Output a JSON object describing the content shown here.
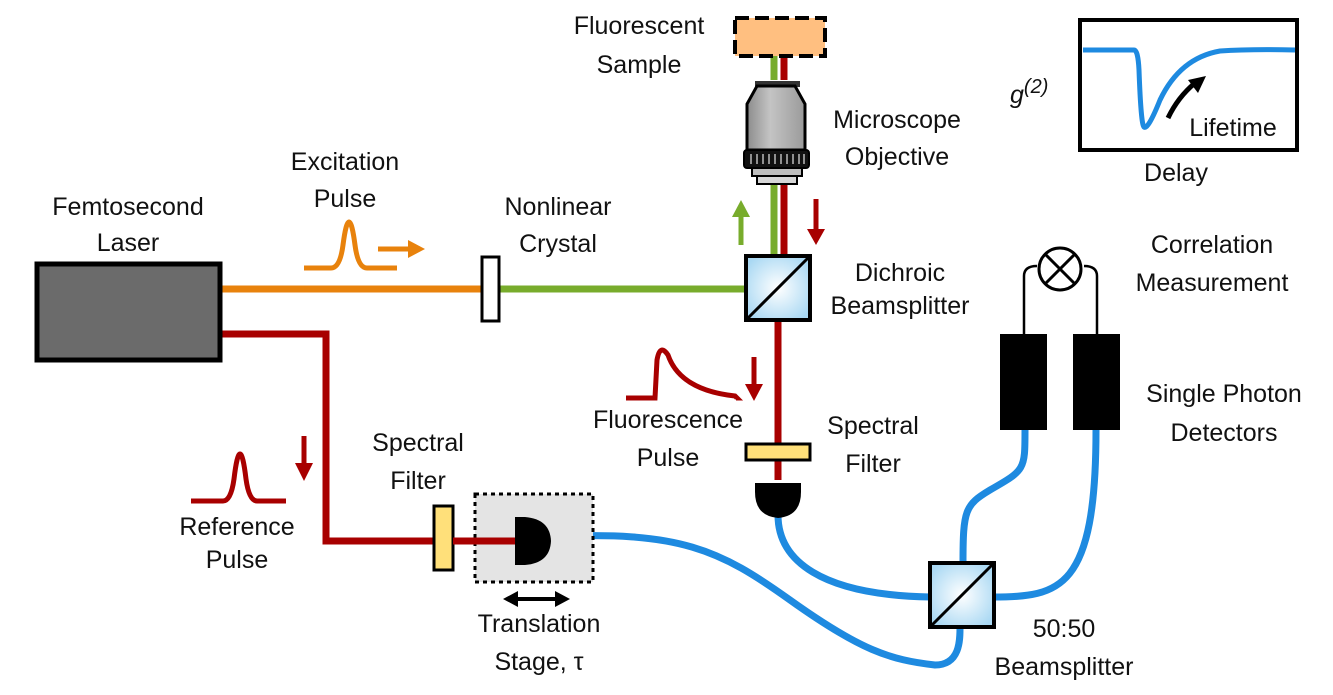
{
  "diagram": {
    "title": "Fluorescence lifetime measurement via two-photon interference setup",
    "colors": {
      "excitation_beam": "#E8820C",
      "green_beam": "#78AC2C",
      "red_beam": "#A80000",
      "fiber": "#1E8AE0",
      "filter": "#FFE07A",
      "sample": "#FFBF80",
      "laser_body": "#6B6B6B",
      "objective_body": "#A9A9A9",
      "beamsplitter": "#BFE3F7",
      "stage": "#E4E4E4"
    },
    "labels": {
      "laser": [
        "Femtosecond",
        "Laser"
      ],
      "excitation_pulse": [
        "Excitation",
        "Pulse"
      ],
      "nonlinear_crystal": [
        "Nonlinear",
        "Crystal"
      ],
      "fluorescent_sample": [
        "Fluorescent",
        "Sample"
      ],
      "microscope_objective": [
        "Microscope",
        "Objective"
      ],
      "dichroic_beamsplitter": [
        "Dichroic",
        "Beamsplitter"
      ],
      "fluorescence_pulse": [
        "Fluorescence",
        "Pulse"
      ],
      "spectral_filter_right": [
        "Spectral",
        "Filter"
      ],
      "spectral_filter_left": [
        "Spectral",
        "Filter"
      ],
      "reference_pulse": [
        "Reference",
        "Pulse"
      ],
      "translation_stage": [
        "Translation",
        "Stage, τ"
      ],
      "bs_5050": [
        "50:50",
        "Beamsplitter"
      ],
      "correlation": [
        "Correlation",
        "Measurement"
      ],
      "detectors": [
        "Single Photon",
        "Detectors"
      ]
    },
    "inset": {
      "y_label_base": "g",
      "y_label_sup": "(2)",
      "x_label": "Delay",
      "annotation": "Lifetime"
    }
  }
}
